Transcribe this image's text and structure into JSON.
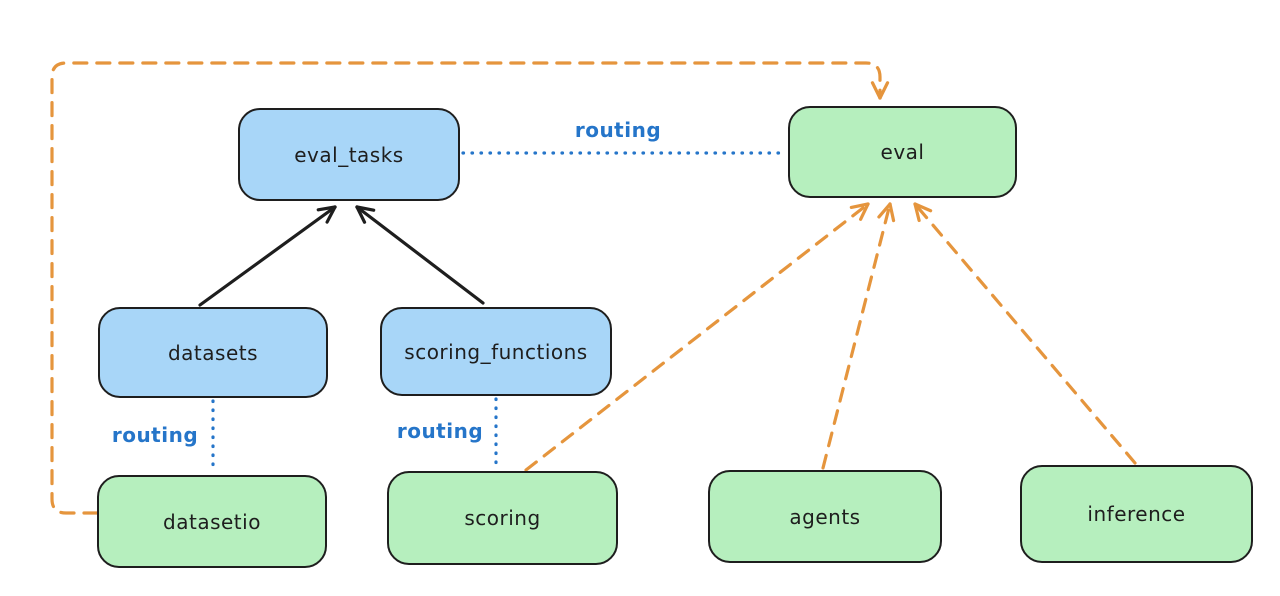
{
  "diagram": {
    "background": "#ffffff",
    "colors": {
      "node_border": "#1e1e1e",
      "blue_fill": "#a8d6f8",
      "green_fill": "#b6efbe",
      "routing_line": "#2575c9",
      "black_arrow": "#1e1e1e",
      "orange_dashed": "#e5953d",
      "node_text": "#1e1e1e"
    },
    "nodes": [
      {
        "id": "eval_tasks",
        "label": "eval_tasks",
        "fill": "blue_fill"
      },
      {
        "id": "eval",
        "label": "eval",
        "fill": "green_fill"
      },
      {
        "id": "datasets",
        "label": "datasets",
        "fill": "blue_fill"
      },
      {
        "id": "scoring_functions",
        "label": "scoring_functions",
        "fill": "blue_fill"
      },
      {
        "id": "datasetio",
        "label": "datasetio",
        "fill": "green_fill"
      },
      {
        "id": "scoring",
        "label": "scoring",
        "fill": "green_fill"
      },
      {
        "id": "agents",
        "label": "agents",
        "fill": "green_fill"
      },
      {
        "id": "inference",
        "label": "inference",
        "fill": "green_fill"
      }
    ],
    "edges": [
      {
        "from": "datasets",
        "to": "eval_tasks",
        "style": "solid",
        "color": "black_arrow",
        "arrow": true,
        "label": ""
      },
      {
        "from": "scoring_functions",
        "to": "eval_tasks",
        "style": "solid",
        "color": "black_arrow",
        "arrow": true,
        "label": ""
      },
      {
        "from": "eval_tasks",
        "to": "eval",
        "style": "dotted",
        "color": "routing_line",
        "arrow": false,
        "label": "routing"
      },
      {
        "from": "datasets",
        "to": "datasetio",
        "style": "dotted",
        "color": "routing_line",
        "arrow": false,
        "label": "routing"
      },
      {
        "from": "scoring_functions",
        "to": "scoring",
        "style": "dotted",
        "color": "routing_line",
        "arrow": false,
        "label": "routing"
      },
      {
        "from": "scoring",
        "to": "eval",
        "style": "dashed",
        "color": "orange_dashed",
        "arrow": true,
        "label": ""
      },
      {
        "from": "agents",
        "to": "eval",
        "style": "dashed",
        "color": "orange_dashed",
        "arrow": true,
        "label": ""
      },
      {
        "from": "inference",
        "to": "eval",
        "style": "dashed",
        "color": "orange_dashed",
        "arrow": true,
        "label": ""
      },
      {
        "from": "datasetio",
        "to": "eval",
        "style": "dashed",
        "color": "orange_dashed",
        "arrow": true,
        "label": ""
      }
    ]
  }
}
